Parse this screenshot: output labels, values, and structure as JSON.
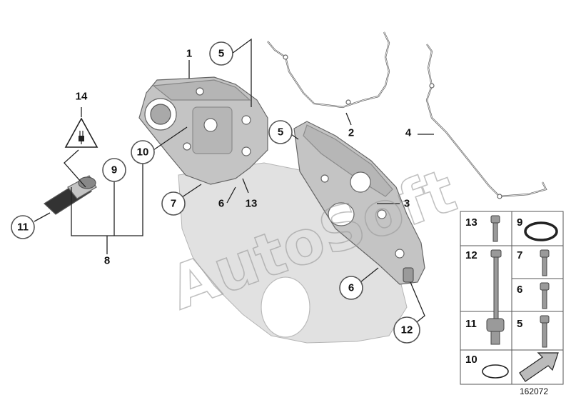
{
  "diagram": {
    "reference_number": "162072",
    "watermark": "AutoSoft",
    "callouts": [
      {
        "id": "c1",
        "text": "1",
        "circled": false
      },
      {
        "id": "c2",
        "text": "2",
        "circled": false
      },
      {
        "id": "c3",
        "text": "3",
        "circled": false
      },
      {
        "id": "c4",
        "text": "4",
        "circled": false
      },
      {
        "id": "c5a",
        "text": "5",
        "circled": true
      },
      {
        "id": "c5b",
        "text": "5",
        "circled": true
      },
      {
        "id": "c6a",
        "text": "6",
        "circled": false
      },
      {
        "id": "c6b",
        "text": "6",
        "circled": true
      },
      {
        "id": "c7",
        "text": "7",
        "circled": true
      },
      {
        "id": "c8",
        "text": "8",
        "circled": false
      },
      {
        "id": "c9",
        "text": "9",
        "circled": true
      },
      {
        "id": "c10",
        "text": "10",
        "circled": true
      },
      {
        "id": "c11",
        "text": "11",
        "circled": true
      },
      {
        "id": "c12",
        "text": "12",
        "circled": true
      },
      {
        "id": "c13",
        "text": "13",
        "circled": false
      },
      {
        "id": "c14",
        "text": "14",
        "circled": false
      }
    ],
    "parts_table": [
      {
        "text": "13"
      },
      {
        "text": "9"
      },
      {
        "text": "12"
      },
      {
        "text": "7"
      },
      {
        "text": "6"
      },
      {
        "text": "11"
      },
      {
        "text": "5"
      },
      {
        "text": "10"
      }
    ]
  }
}
